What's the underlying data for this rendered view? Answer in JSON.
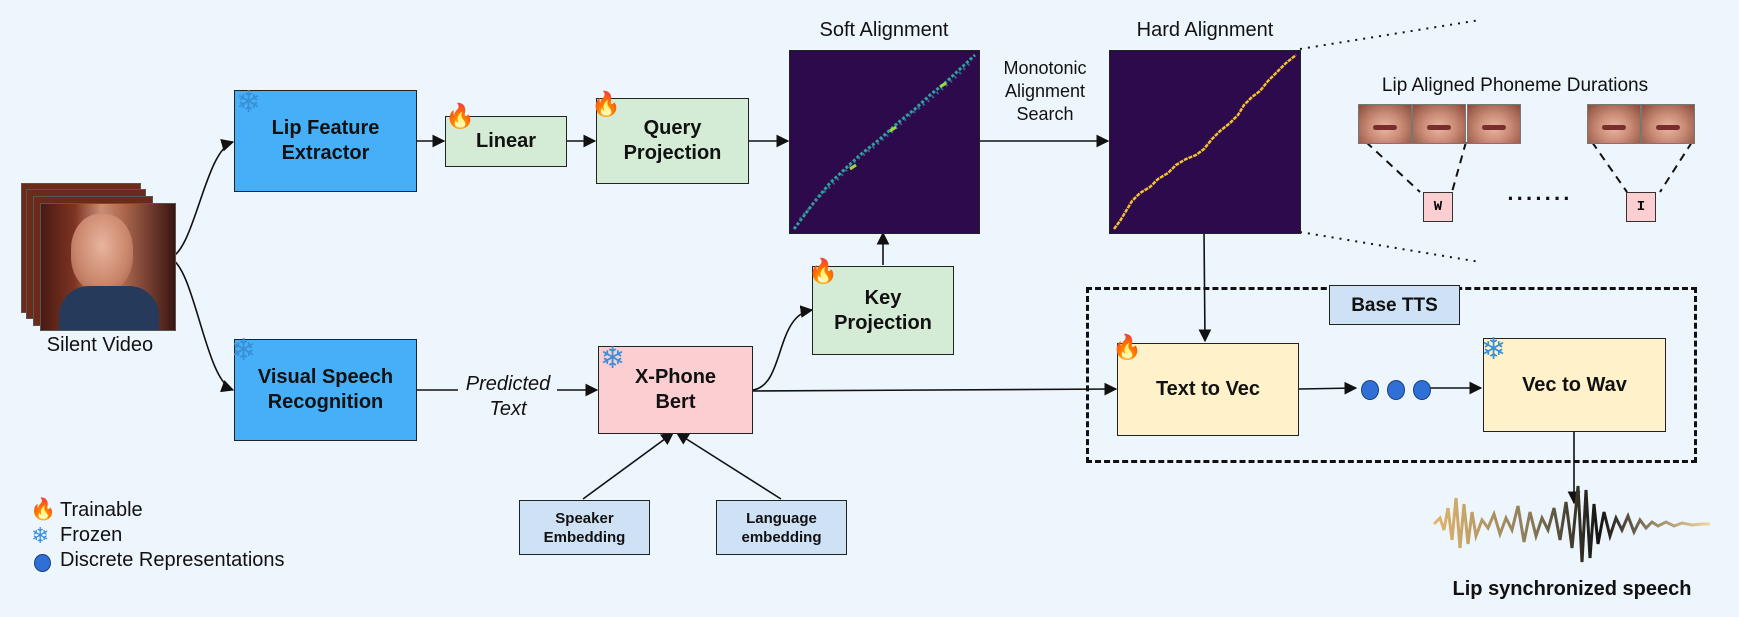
{
  "video": {
    "caption": "Silent Video"
  },
  "nodes": {
    "lip_feature_extractor": "Lip Feature\nExtractor",
    "visual_speech_recognition": "Visual Speech\nRecognition",
    "linear": "Linear",
    "query_projection": "Query\nProjection",
    "key_projection": "Key\nProjection",
    "xphone_bert": "X-Phone\nBert",
    "speaker_embedding": "Speaker\nEmbedding",
    "language_embedding": "Language\nembedding",
    "text_to_vec": "Text to Vec",
    "vec_to_wav": "Vec to Wav",
    "base_tts": "Base TTS"
  },
  "labels": {
    "predicted_text": "Predicted\nText",
    "soft_alignment": "Soft Alignment",
    "hard_alignment": "Hard Alignment",
    "monotonic": "Monotonic\nAlignment\nSearch",
    "lip_aligned": "Lip Aligned Phoneme Durations",
    "phoneme_w": "W",
    "phoneme_i": "I",
    "ellipsis": "·······",
    "output": "Lip synchronized speech"
  },
  "legend": {
    "trainable": "Trainable",
    "frozen": "Frozen",
    "discrete": "Discrete Representations"
  },
  "icons": {
    "trainable": "flame-icon",
    "frozen": "snowflake-icon",
    "discrete": "blue-dot-icon"
  },
  "colors": {
    "frozen_blue": "#45b0f7",
    "trainable_green": "#d4ecd5",
    "bert_pink": "#fbcfd2",
    "tts_yellow": "#fff1c9",
    "embedding_blue": "#cfe1f5",
    "discrete_dot": "#2f6fd6"
  }
}
